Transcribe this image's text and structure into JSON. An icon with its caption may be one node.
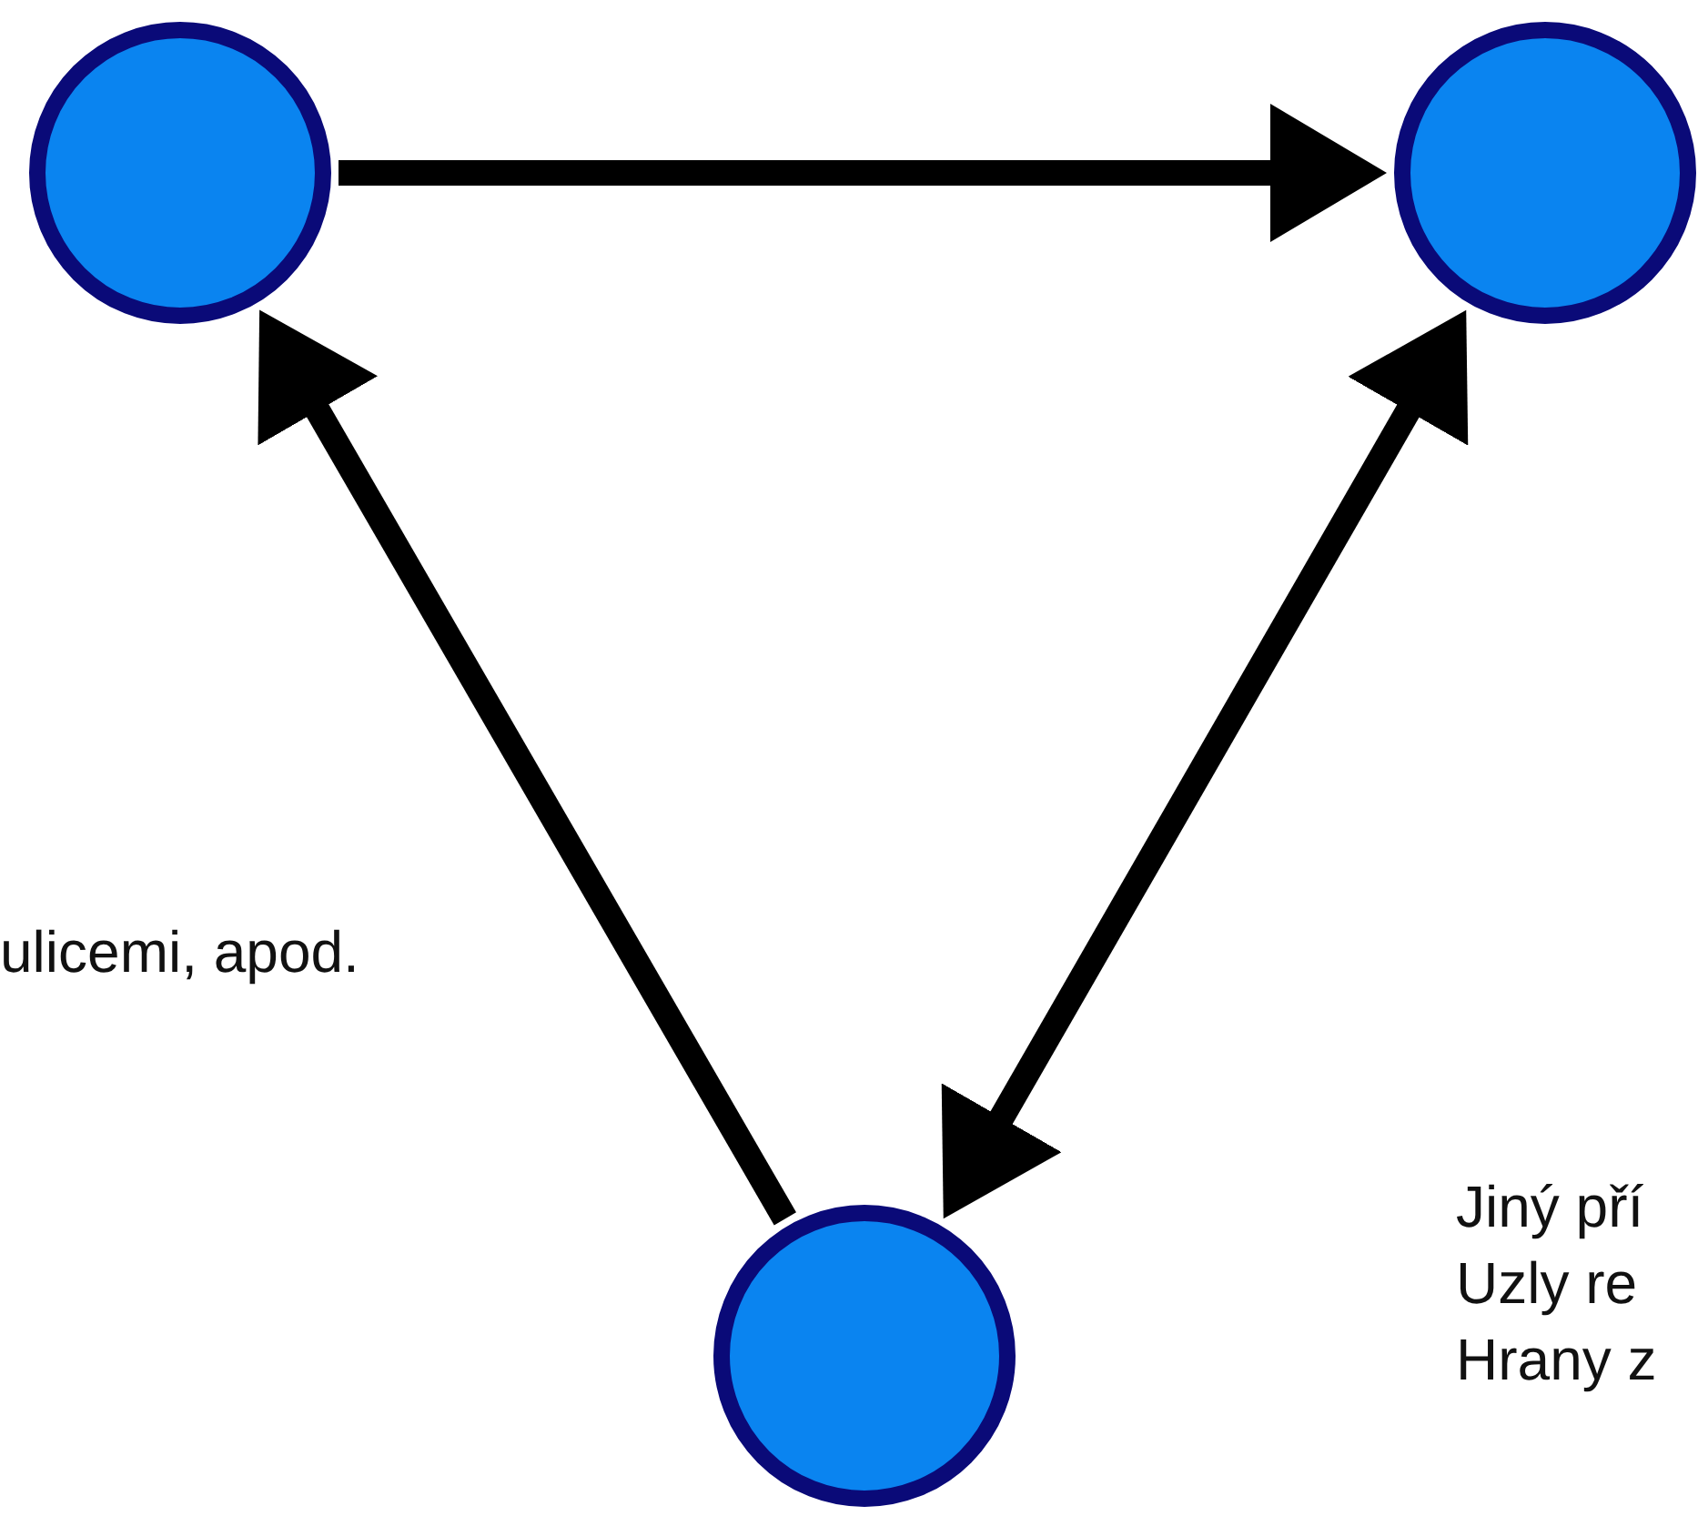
{
  "diagram": {
    "nodes": [
      {
        "text": [],
        "shape": "circle"
      },
      {
        "text": [],
        "shape": "circle"
      },
      {
        "text": [],
        "shape": "circle"
      }
    ],
    "edges": [
      {
        "from": 0,
        "to": 1,
        "arrow": "to"
      },
      {
        "from": 2,
        "to": 0,
        "arrow": "to"
      },
      {
        "from": 1,
        "to": 2,
        "arrow": "both"
      }
    ],
    "labels": [
      "ulicemi, apod.",
      "Jiný pří",
      "Uzly re",
      "Hrany z"
    ]
  }
}
